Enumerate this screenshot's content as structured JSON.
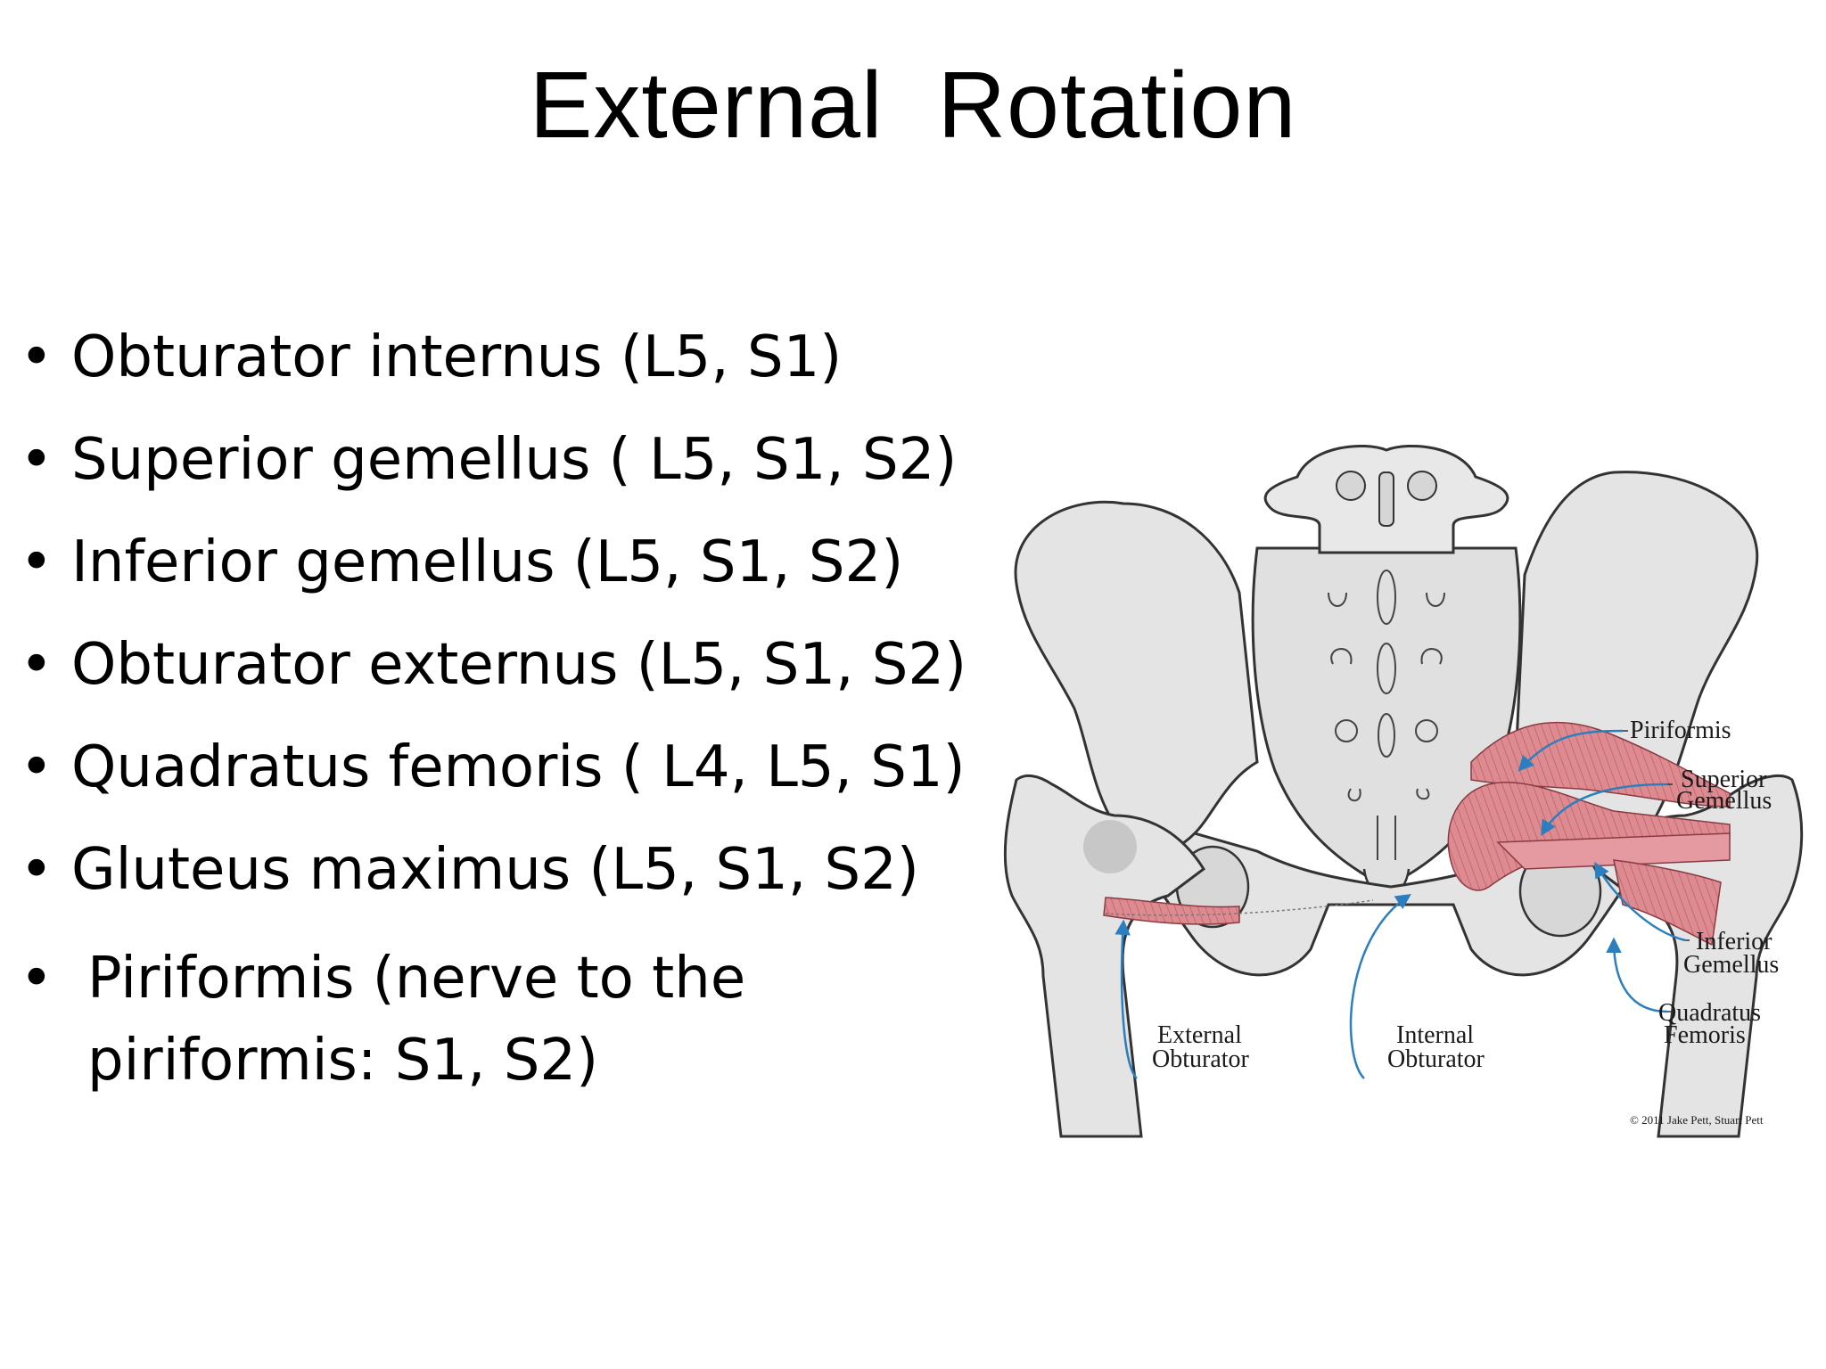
{
  "title": "External  Rotation",
  "bullets": [
    {
      "symbol": "•",
      "text": "Obturator internus (L5, S1)"
    },
    {
      "symbol": "•",
      "text": "Superior gemellus ( L5, S1, S2)"
    },
    {
      "symbol": "•",
      "text": "Inferior gemellus (L5, S1, S2)"
    },
    {
      "symbol": "•",
      "text": "Obturator externus (L5, S1, S2)"
    },
    {
      "symbol": "•",
      "text": "Quadratus femoris ( L4, L5, S1)"
    },
    {
      "symbol": "•",
      "text": "Gluteus maximus (L5, S1, S2)"
    },
    {
      "symbol": "•",
      "text": "Piriformis (nerve to the piriformis: S1, S2)"
    }
  ],
  "figure": {
    "labels": {
      "piriformis": "Piriformis",
      "superior_1": "Superior",
      "superior_2": "Gemellus",
      "inferior_1": "Inferior",
      "inferior_2": "Gemellus",
      "quadratus_1": "Quadratus",
      "quadratus_2": "Femoris",
      "external_1": "External",
      "external_2": "Obturator",
      "internal_1": "Internal",
      "internal_2": "Obturator"
    },
    "copyright": "© 2011 Jake Pett, Stuart Pett",
    "colors": {
      "bone": "#e4e4e4",
      "outline": "#333333",
      "muscle": "#d9848a",
      "arrow": "#2b7fbf"
    }
  }
}
